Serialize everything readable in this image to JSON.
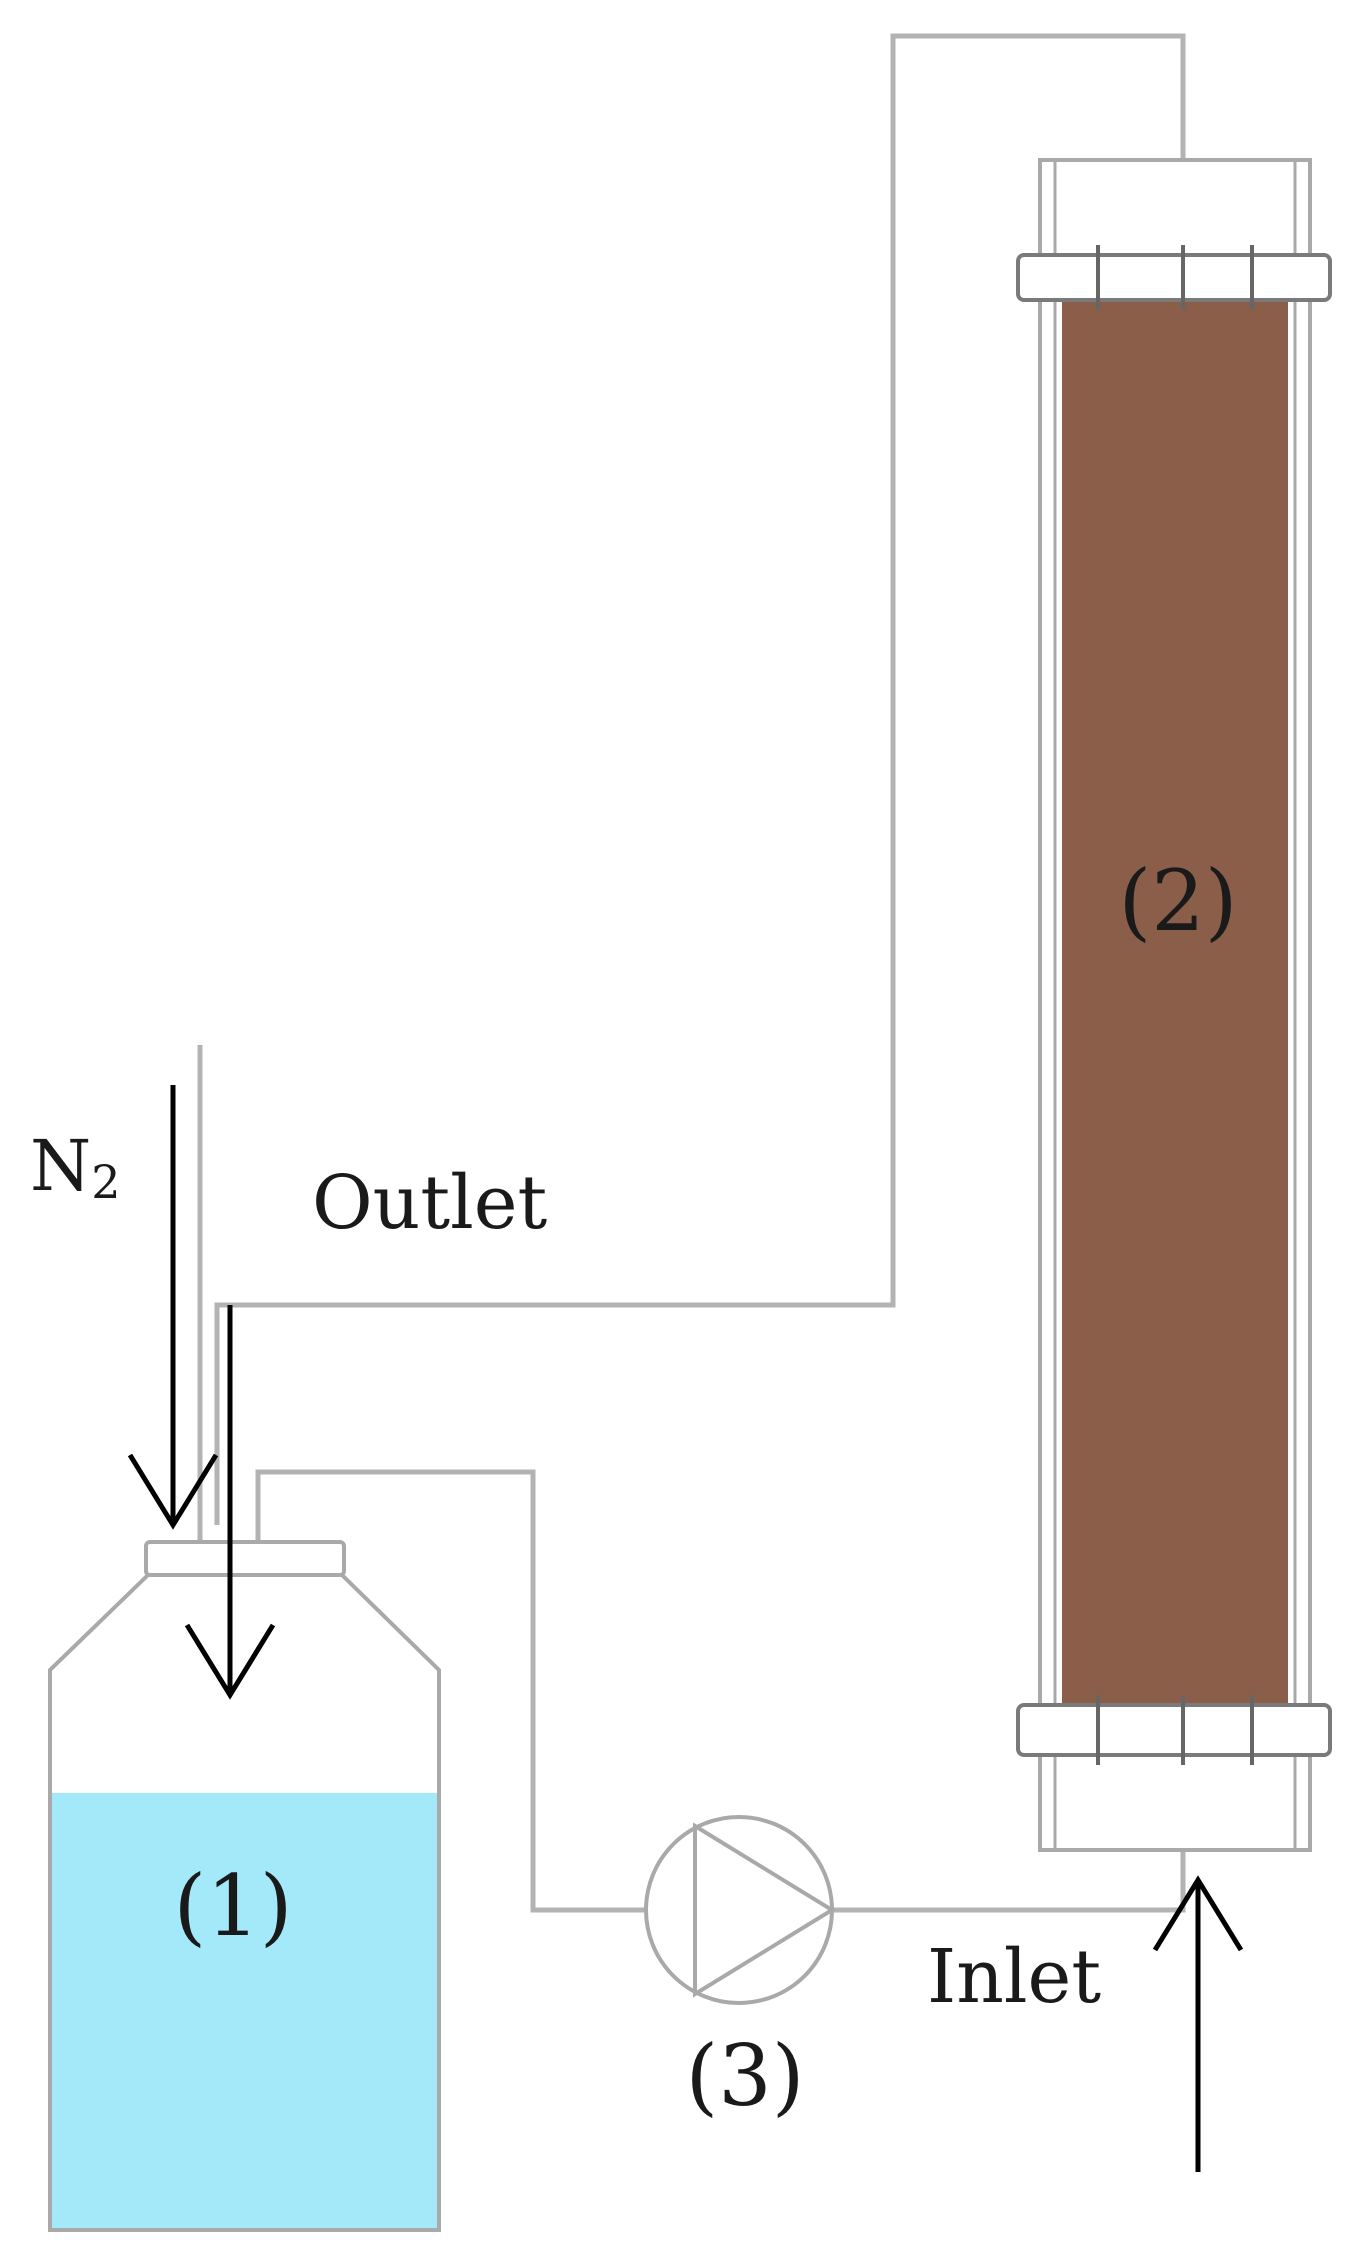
{
  "labels": {
    "n2": "N",
    "n2_sub": "2",
    "outlet": "Outlet",
    "inlet": "Inlet",
    "reservoir": "(1)",
    "column": "(2)",
    "pump": "(3)"
  },
  "colors": {
    "liquid": "#a3e9f9",
    "column_packing": "#8b5e4a",
    "pipe": "#b3b3b3",
    "arrow": "#000000"
  }
}
